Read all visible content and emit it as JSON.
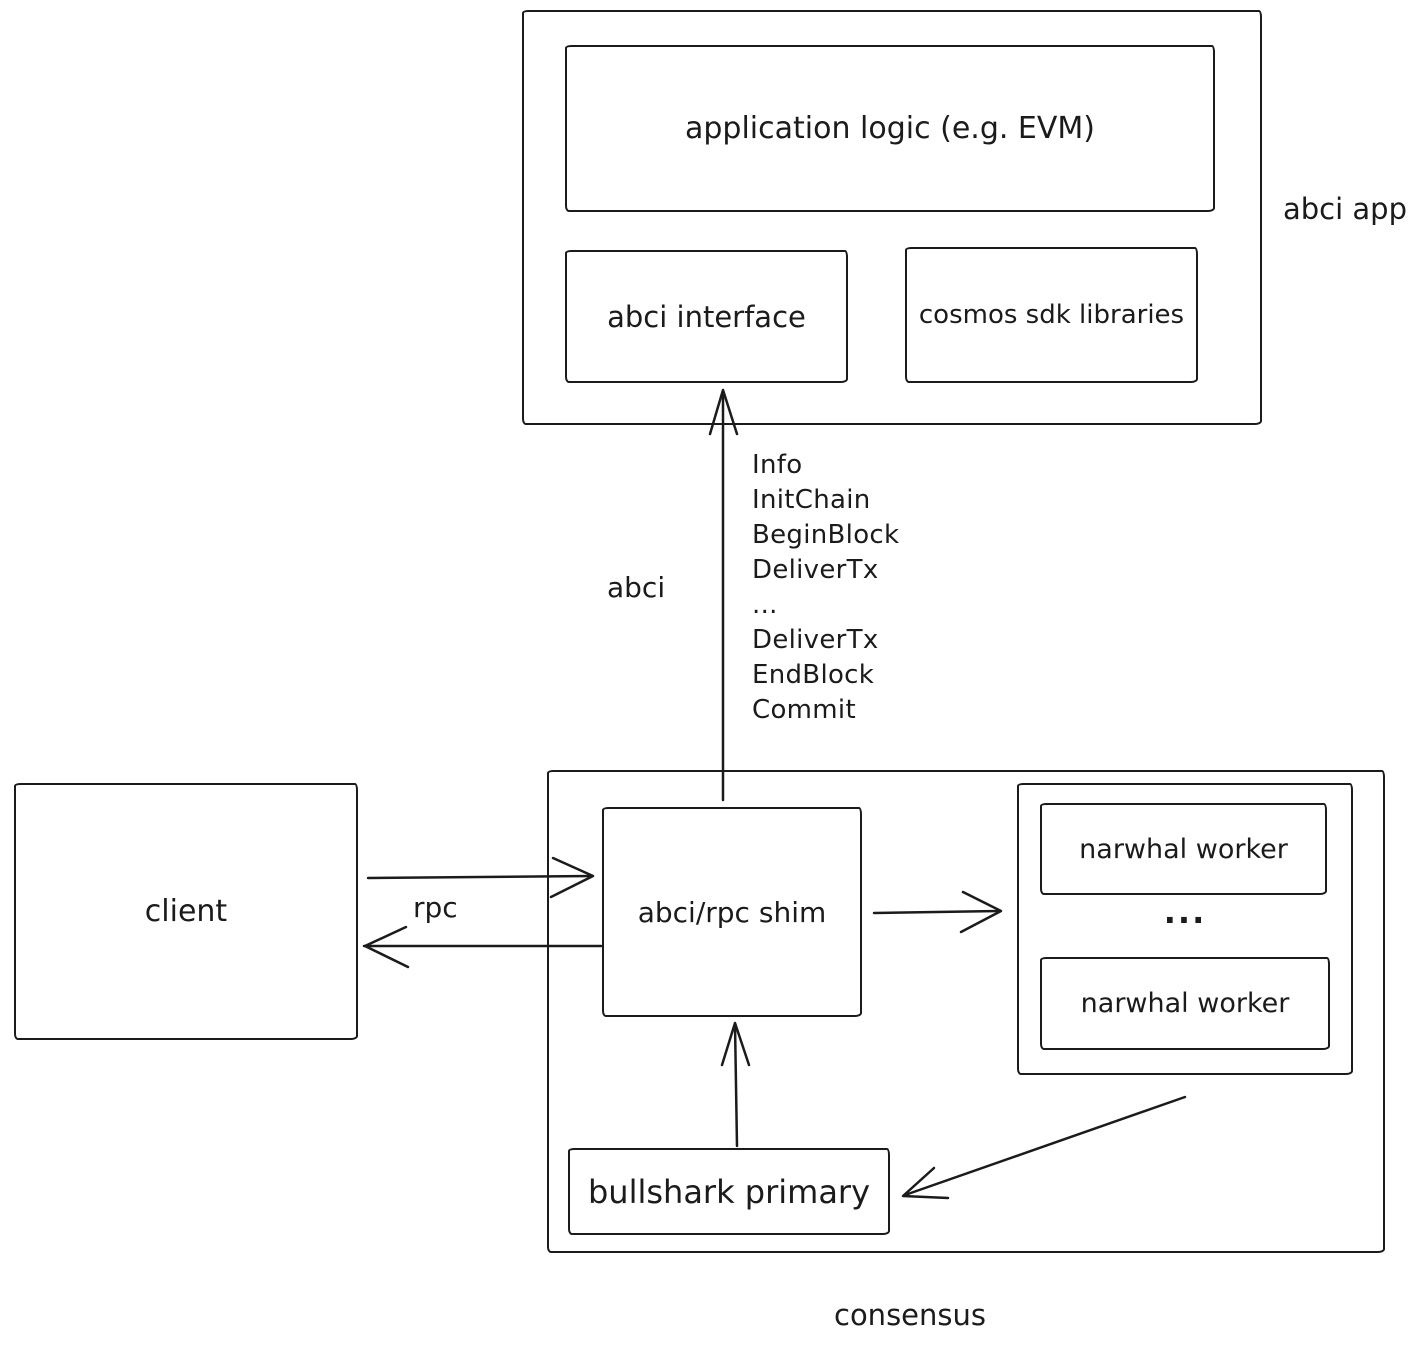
{
  "colors": {
    "ink": "#1b1b1b",
    "background": "#ffffff"
  },
  "abci_app": {
    "label": "abci app",
    "application_logic": "application logic (e.g. EVM)",
    "abci_interface": "abci interface",
    "cosmos_sdk": "cosmos sdk libraries"
  },
  "abci_channel": {
    "label": "abci",
    "messages": [
      "Info",
      "InitChain",
      "BeginBlock",
      "DeliverTx",
      "...",
      "DeliverTx",
      "EndBlock",
      "Commit"
    ]
  },
  "client": {
    "label": "client"
  },
  "rpc": {
    "label": "rpc"
  },
  "consensus": {
    "label": "consensus",
    "shim": "abci/rpc shim",
    "worker_top": "narwhal worker",
    "worker_ellipsis": "...",
    "worker_bottom": "narwhal worker",
    "bullshark": "bullshark primary"
  }
}
